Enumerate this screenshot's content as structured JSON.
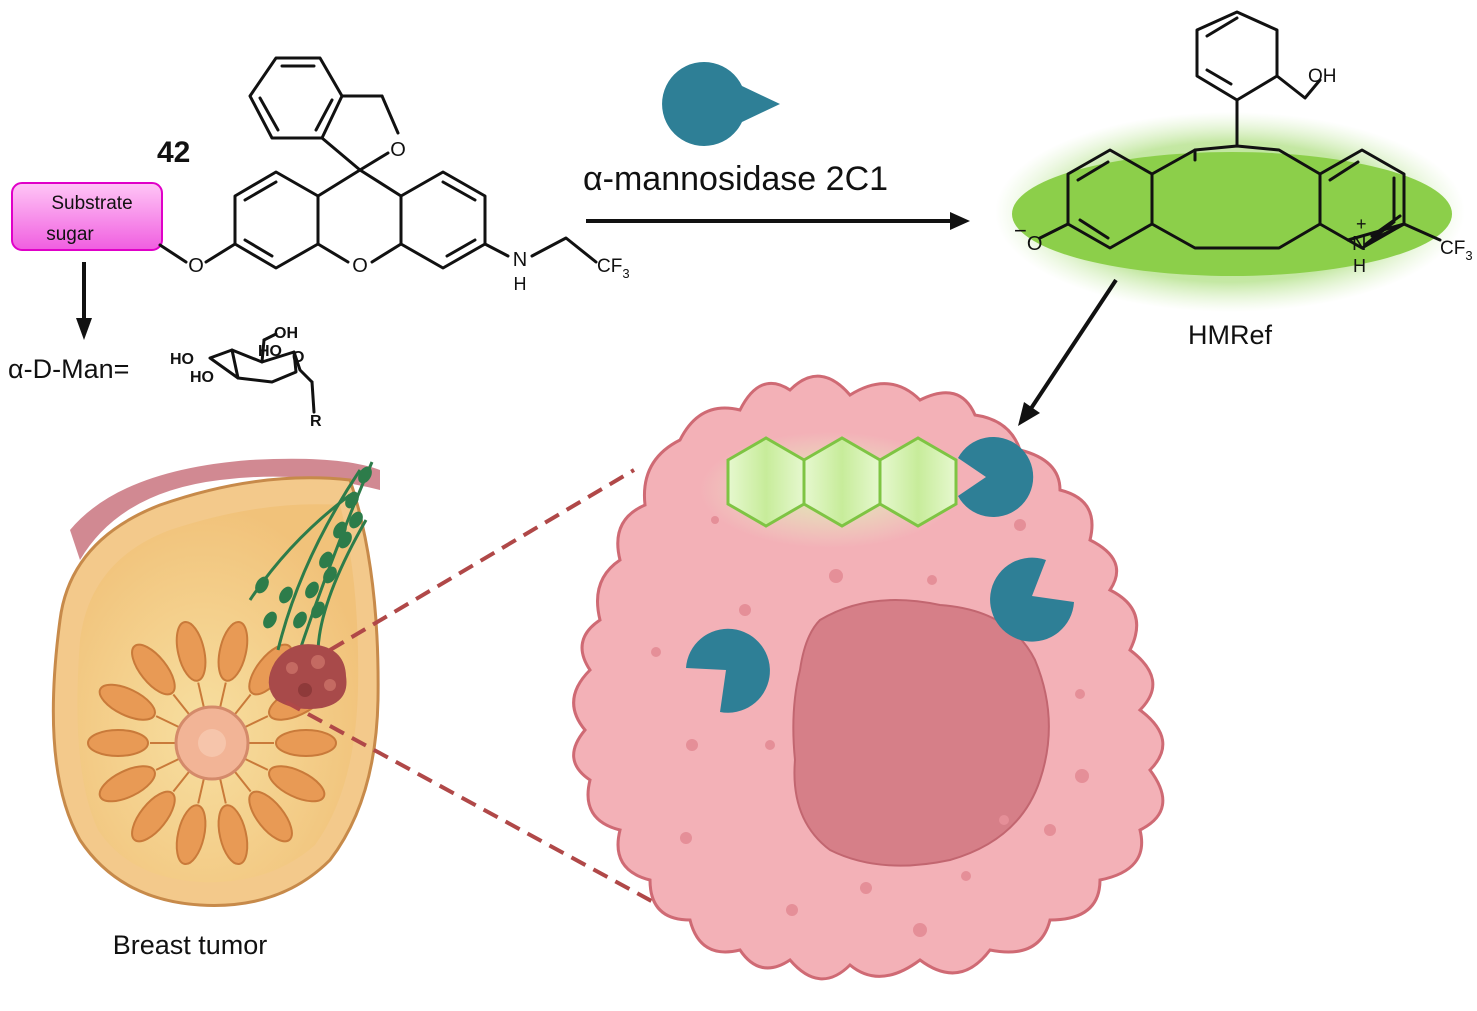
{
  "compound": {
    "number": "42",
    "substrate_label_line1": "Substrate",
    "substrate_label_line2": "sugar",
    "atom_O_ether": "O",
    "atom_O_lactone": "O",
    "atom_O_xanthene": "O",
    "atom_N": "N",
    "atom_H": "H",
    "cf3_main": "CF",
    "cf3_sub": "3"
  },
  "sugar": {
    "label": "α-D-Man=",
    "oh_top": "OH",
    "ho_mid": "HO",
    "ho_left": "HO",
    "ho_bottom": "HO",
    "ring_o": "O",
    "r_group": "R"
  },
  "reaction": {
    "enzyme_label": "α-mannosidase 2C1"
  },
  "product": {
    "name": "HMRef",
    "oh": "OH",
    "o_minus": "O",
    "minus": "−",
    "n_plus": "N",
    "plus": "+",
    "h": "H",
    "cf3_main": "CF",
    "cf3_sub": "3"
  },
  "tissue": {
    "caption": "Breast tumor"
  },
  "colors": {
    "enzyme": "#2e7f96",
    "fluorescence": "#8ccf4a",
    "cell": "#f3b1b7",
    "nucleus": "#d67f88",
    "substrate_box": "#f06fe0",
    "tumor": "#a84a4a",
    "zoom_line": "#b04848"
  }
}
